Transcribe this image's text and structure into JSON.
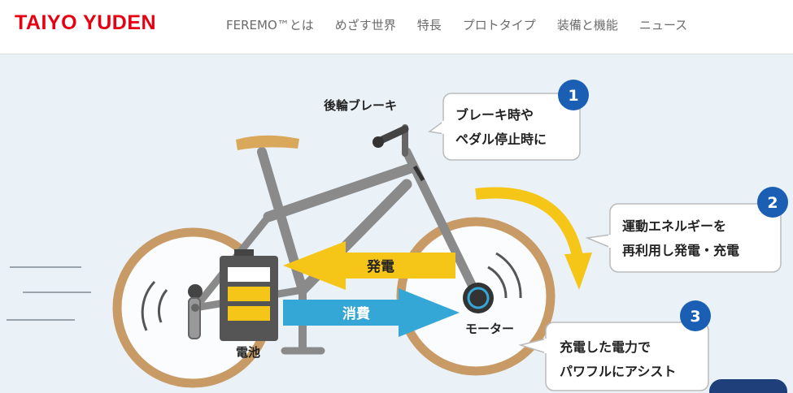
{
  "header": {
    "logo": "TAIYO YUDEN",
    "nav": [
      "FEREMO™とは",
      "めざす世界",
      "特長",
      "プロトタイプ",
      "装備と機能",
      "ニュース"
    ]
  },
  "diagram": {
    "rear_brake_label": "後輪ブレーキ",
    "callouts": [
      {
        "number": "1",
        "line1": "ブレーキ時や",
        "line2": "ペダル停止時に"
      },
      {
        "number": "2",
        "line1": "運動エネルギーを",
        "line2": "再利用し発電・充電"
      },
      {
        "number": "3",
        "line1": "充電した電力で",
        "line2": "パワフルにアシスト"
      }
    ],
    "arrow_generate": "発電",
    "arrow_consume": "消費",
    "battery_label": "電池",
    "motor_label": "モーター"
  },
  "colors": {
    "brand_red": "#e60012",
    "badge_blue": "#1a5fb4",
    "arrow_yellow": "#f5c518",
    "arrow_blue": "#35a7d6",
    "tire": "#c79a66"
  }
}
